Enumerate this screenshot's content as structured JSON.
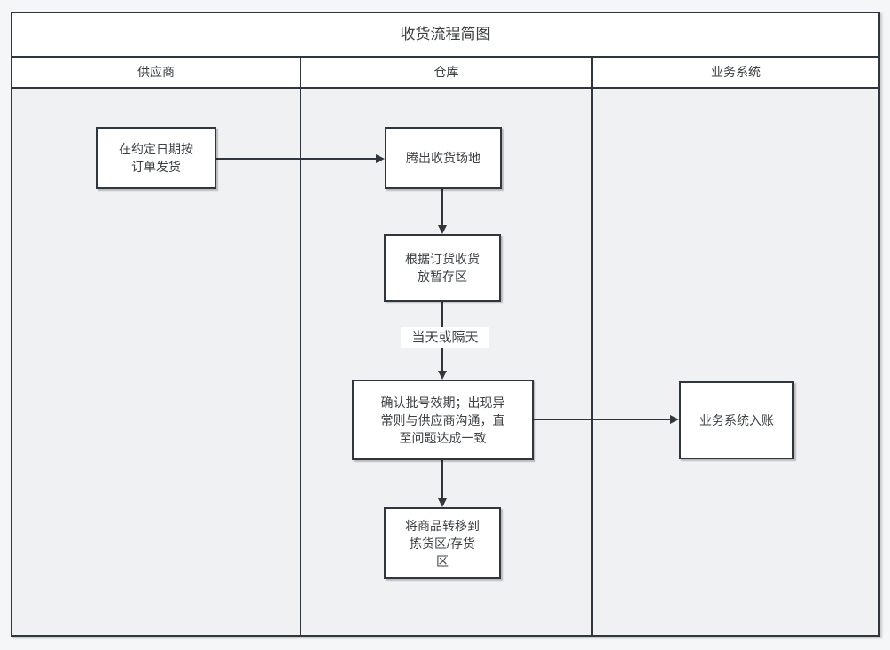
{
  "diagram": {
    "title": "收货流程简图",
    "lanes": [
      {
        "label": "供应商"
      },
      {
        "label": "仓库"
      },
      {
        "label": "业务系统"
      }
    ],
    "nodes": [
      {
        "id": "supplier-ship",
        "lane": "供应商",
        "text": "在约定日期按\n订单发货"
      },
      {
        "id": "clear-receiving-area",
        "lane": "仓库",
        "text": "腾出收货场地"
      },
      {
        "id": "receive-to-staging",
        "lane": "仓库",
        "text": "根据订货收货\n放暂存区"
      },
      {
        "id": "confirm-batch-expiry",
        "lane": "仓库",
        "text": "确认批号效期；出现异\n常则与供应商沟通，直\n至问题达成一致"
      },
      {
        "id": "move-to-picking-area",
        "lane": "仓库",
        "text": "将商品转移到\n拣货区/存货\n区"
      },
      {
        "id": "system-booking",
        "lane": "业务系统",
        "text": "业务系统入账"
      }
    ],
    "edges": [
      {
        "from": "supplier-ship",
        "to": "clear-receiving-area",
        "label": ""
      },
      {
        "from": "clear-receiving-area",
        "to": "receive-to-staging",
        "label": ""
      },
      {
        "from": "receive-to-staging",
        "to": "confirm-batch-expiry",
        "label": "当天或隔天"
      },
      {
        "from": "confirm-batch-expiry",
        "to": "system-booking",
        "label": ""
      },
      {
        "from": "confirm-batch-expiry",
        "to": "move-to-picking-area",
        "label": ""
      }
    ],
    "colors": {
      "border": "#2f363d",
      "text": "#3c4043",
      "lane_background": "#f0f1f2",
      "band_background": "#ffffff",
      "page_background": "#f5f6f7"
    }
  }
}
